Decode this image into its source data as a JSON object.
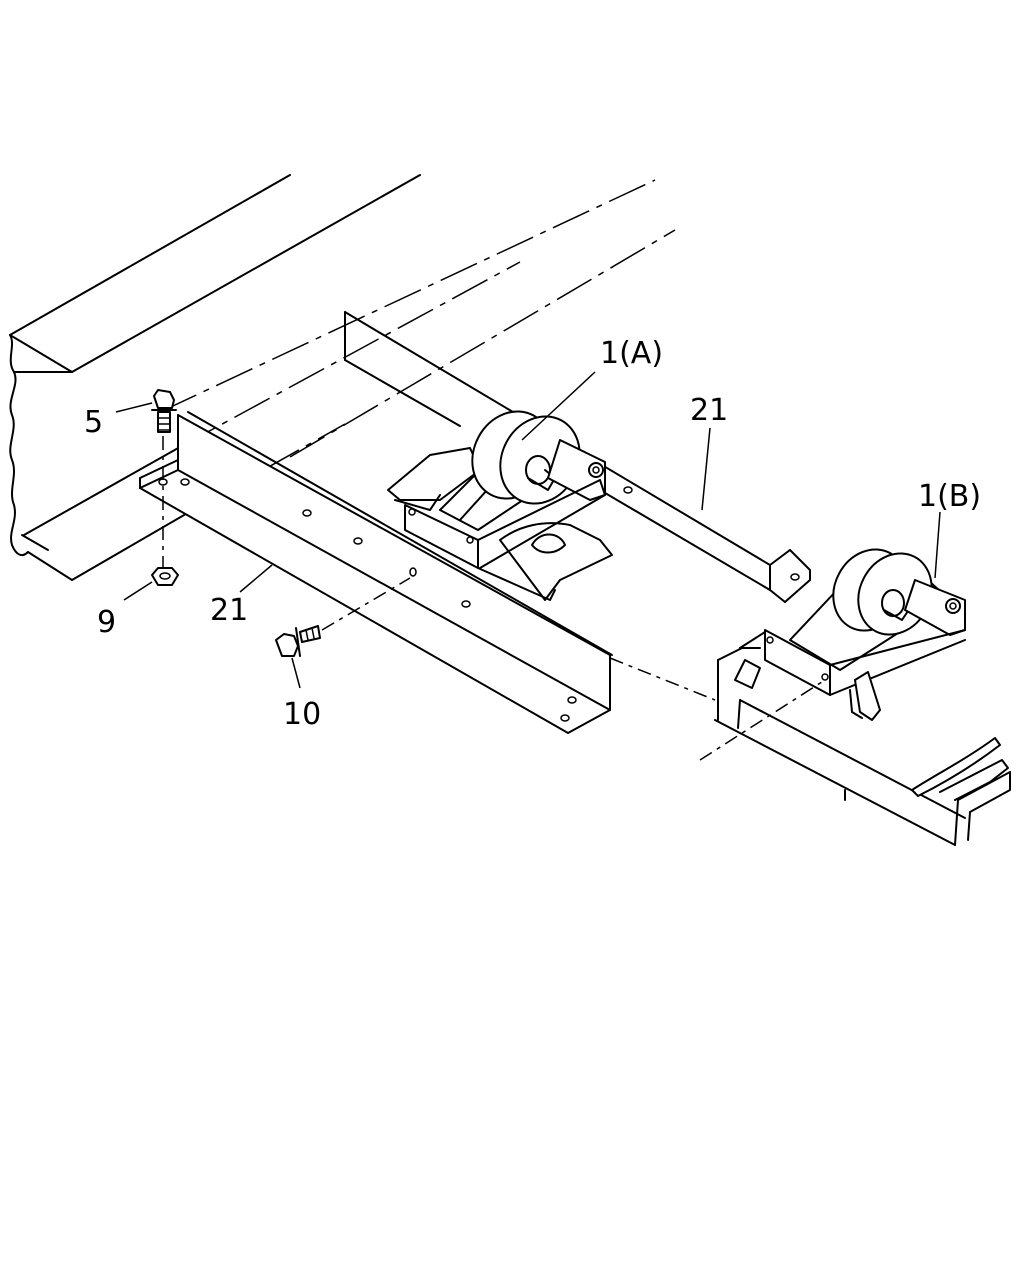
{
  "callouts": {
    "part_1a": "1(A)",
    "part_1b": "1(B)",
    "part_21_rear": "21",
    "part_21_front": "21",
    "part_5": "5",
    "part_9": "9",
    "part_10": "10"
  }
}
